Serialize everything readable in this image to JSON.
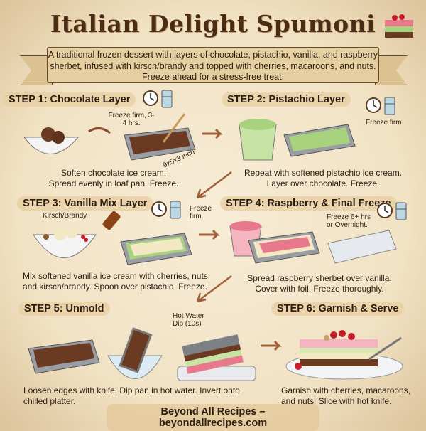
{
  "title": "Italian Delight Spumoni",
  "intro": "A traditional frozen dessert with layers of chocolate, pistachio, vanilla, and raspberry sherbet, infused with kirsch/brandy and topped with cherries, macaroons, and nuts. Freeze ahead for a stress-free treat.",
  "steps": [
    {
      "header": "STEP 1: Chocolate Layer",
      "notes": [
        "Freeze firm, 3-4 hrs.",
        "9x5x3 inch"
      ],
      "caption": [
        "Soften chocolate ice cream.",
        "Spread evenly in loaf pan. Freeze."
      ],
      "icons": [
        "clock-icon",
        "fridge-icon"
      ]
    },
    {
      "header": "STEP 2: Pistachio Layer",
      "notes": [
        "Freeze firm."
      ],
      "caption": [
        "Repeat with softened pistachio ice cream.",
        "Layer over chocolate. Freeze."
      ],
      "icons": [
        "clock-icon",
        "fridge-icon"
      ]
    },
    {
      "header": "STEP 3: Vanilla Mix Layer",
      "notes": [
        "Kirsch/Brandy",
        "Freeze firm."
      ],
      "caption": [
        "Mix softened vanilla ice cream with cherries, nuts,",
        "and kirsch/brandy. Spoon over pistachio. Freeze."
      ],
      "icons": [
        "clock-icon",
        "fridge-icon"
      ]
    },
    {
      "header": "STEP 4: Raspberry & Final Freeze",
      "notes": [
        "Freeze 6+ hrs or Overnight."
      ],
      "caption": [
        "Spread raspberry sherbet over vanilla.",
        "Cover with foil. Freeze thoroughly."
      ],
      "icons": [
        "clock-icon",
        "fridge-icon"
      ]
    },
    {
      "header": "STEP 5: Unmold",
      "notes": [
        "Hot Water Dip (10s)"
      ],
      "caption": [
        "Loosen edges with knife. Dip pan in hot water. Invert onto",
        "chilled platter."
      ]
    },
    {
      "header": "STEP 6: Garnish & Serve",
      "notes": [],
      "caption": [
        "Garnish with cherries, macaroons,",
        "and nuts. Slice with hot knife."
      ]
    }
  ],
  "footer": "Beyond All Recipes – beyondallrecipes.com",
  "colors": {
    "chocolate": "#6b3a22",
    "pistachio": "#a9d27f",
    "vanilla": "#f3e8c4",
    "raspberry": "#e8788c",
    "pan": "#8e9196",
    "title": "#4b2c17"
  }
}
